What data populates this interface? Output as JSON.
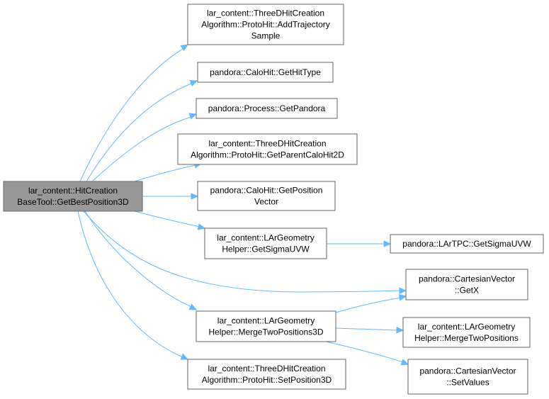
{
  "nodes": [
    {
      "id": "root",
      "lines": [
        "lar_content::HitCreation",
        "BaseTool::GetBestPosition3D"
      ],
      "root": true
    },
    {
      "id": "n1",
      "lines": [
        "lar_content::ThreeDHitCreation",
        "Algorithm::ProtoHit::AddTrajectory",
        "Sample"
      ]
    },
    {
      "id": "n2",
      "lines": [
        "pandora::CaloHit::GetHitType"
      ]
    },
    {
      "id": "n3",
      "lines": [
        "pandora::Process::GetPandora"
      ]
    },
    {
      "id": "n4",
      "lines": [
        "lar_content::ThreeDHitCreation",
        "Algorithm::ProtoHit::GetParentCaloHit2D"
      ]
    },
    {
      "id": "n5",
      "lines": [
        "pandora::CaloHit::GetPosition",
        "Vector"
      ]
    },
    {
      "id": "n6",
      "lines": [
        "lar_content::LArGeometry",
        "Helper::GetSigmaUVW"
      ]
    },
    {
      "id": "n7",
      "lines": [
        "pandora::LArTPC::GetSigmaUVW"
      ]
    },
    {
      "id": "n8",
      "lines": [
        "pandora::CartesianVector",
        "::GetX"
      ]
    },
    {
      "id": "n9",
      "lines": [
        "lar_content::LArGeometry",
        "Helper::MergeTwoPositions3D"
      ]
    },
    {
      "id": "n10",
      "lines": [
        "lar_content::LArGeometry",
        "Helper::MergeTwoPositions"
      ]
    },
    {
      "id": "n11",
      "lines": [
        "pandora::CartesianVector",
        "::SetValues"
      ]
    },
    {
      "id": "n12",
      "lines": [
        "lar_content::ThreeDHitCreation",
        "Algorithm::ProtoHit::SetPosition3D"
      ]
    }
  ],
  "edges": [
    {
      "from": "root",
      "to": "n1"
    },
    {
      "from": "root",
      "to": "n2"
    },
    {
      "from": "root",
      "to": "n3"
    },
    {
      "from": "root",
      "to": "n4"
    },
    {
      "from": "root",
      "to": "n5"
    },
    {
      "from": "root",
      "to": "n6"
    },
    {
      "from": "root",
      "to": "n8"
    },
    {
      "from": "root",
      "to": "n9"
    },
    {
      "from": "root",
      "to": "n12"
    },
    {
      "from": "n6",
      "to": "n7"
    },
    {
      "from": "n9",
      "to": "n8"
    },
    {
      "from": "n9",
      "to": "n10"
    },
    {
      "from": "n9",
      "to": "n11"
    }
  ],
  "colors": {
    "edge": "#63b8ff",
    "root_fill": "#999999",
    "node_border": "#666666"
  }
}
